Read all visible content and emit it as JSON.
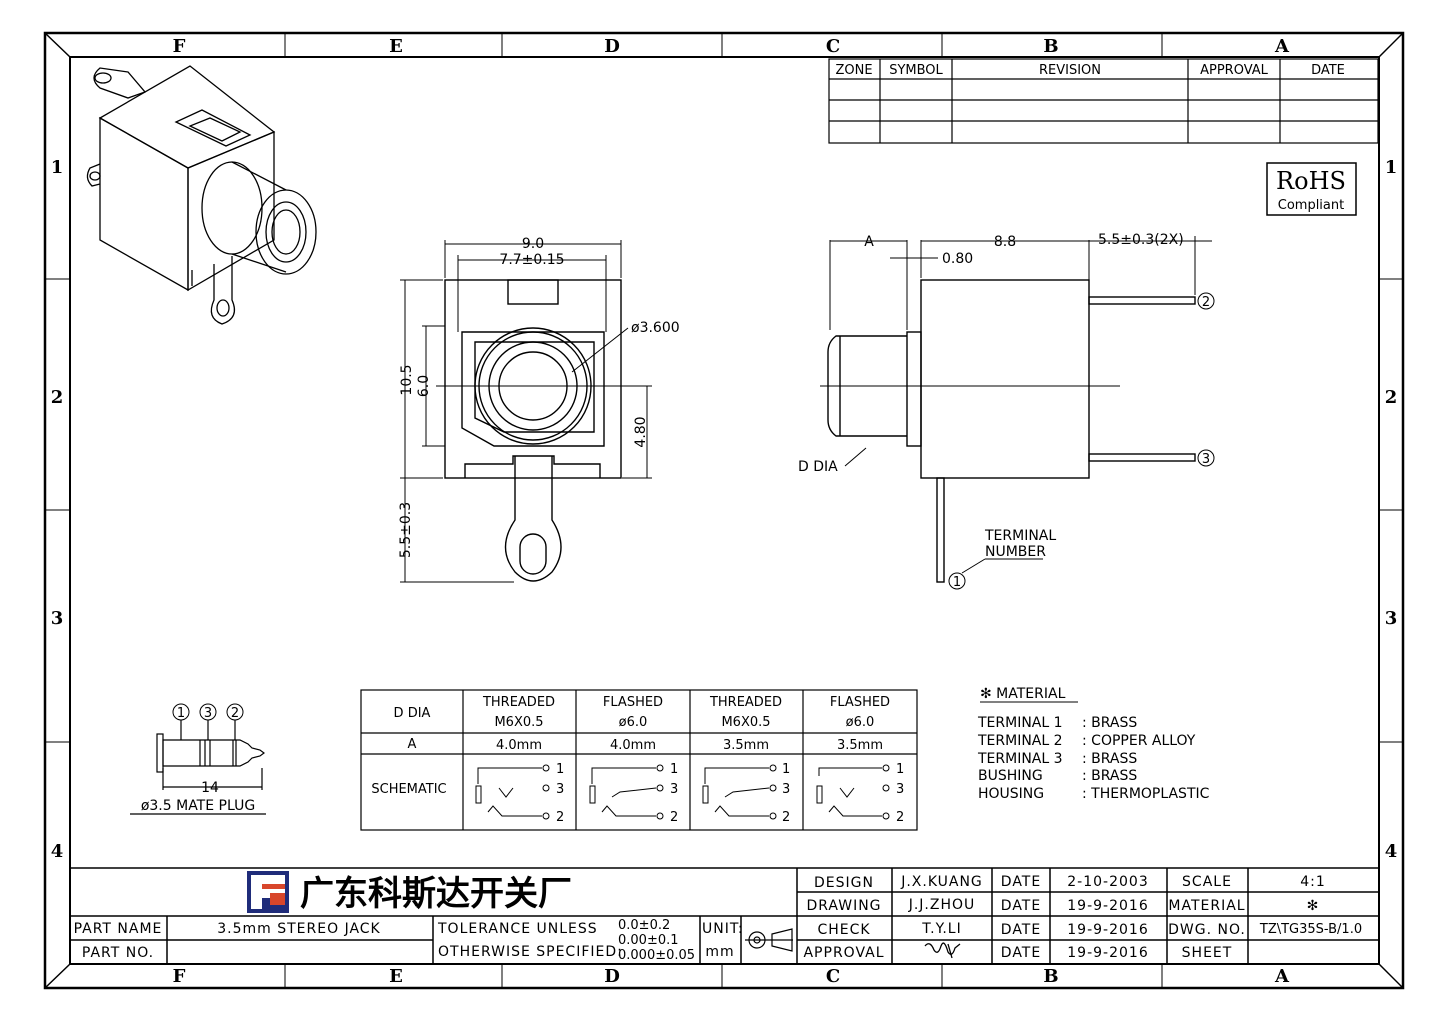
{
  "border": {
    "columns": [
      "F",
      "E",
      "D",
      "C",
      "B",
      "A"
    ],
    "rows": [
      "1",
      "2",
      "3",
      "4"
    ]
  },
  "revision_table": {
    "headers": [
      "ZONE",
      "SYMBOL",
      "REVISION",
      "APPROVAL",
      "DATE"
    ]
  },
  "rohs": {
    "line1": "RoHS",
    "line2": "Compliant"
  },
  "front_view": {
    "dim_width": "9.0",
    "dim_inner": "7.7±0.15",
    "dim_diameter": "ø3.600",
    "dim_height": "10.5",
    "dim_center": "6.0",
    "dim_offset": "4.80",
    "dim_terminal": "5.5±0.3"
  },
  "side_view": {
    "dim_a": "A",
    "dim_body": "8.8",
    "dim_flange": "0.80",
    "dim_pins": "5.5±0.3(2X)",
    "d_dia": "D DIA",
    "terminal_label_1": "TERMINAL",
    "terminal_label_2": "NUMBER",
    "pin_1": "1",
    "pin_2": "2",
    "pin_3": "3"
  },
  "plug": {
    "pin_1": "1",
    "pin_3": "3",
    "pin_2": "2",
    "length": "14",
    "caption": "ø3.5 MATE PLUG"
  },
  "options_table": {
    "row_headers": [
      "D DIA",
      "A",
      "SCHEMATIC"
    ],
    "columns": [
      {
        "type": "THREADED",
        "thread": "M6X0.5",
        "a": "4.0mm"
      },
      {
        "type": "FLASHED",
        "thread": "ø6.0",
        "a": "4.0mm"
      },
      {
        "type": "THREADED",
        "thread": "M6X0.5",
        "a": "3.5mm"
      },
      {
        "type": "FLASHED",
        "thread": "ø6.0",
        "a": "3.5mm"
      }
    ],
    "schematic_pins": [
      "1",
      "3",
      "2"
    ]
  },
  "material": {
    "title": "✻ MATERIAL",
    "items": [
      {
        "part": "TERMINAL  1",
        "value": ": BRASS"
      },
      {
        "part": "TERMINAL  2",
        "value": ": COPPER  ALLOY"
      },
      {
        "part": "TERMINAL  3",
        "value": ": BRASS"
      },
      {
        "part": "BUSHING",
        "value": ": BRASS"
      },
      {
        "part": "HOUSING",
        "value": ": THERMOPLASTIC"
      }
    ]
  },
  "title_block": {
    "company": "广东科斯达开关厂",
    "part_name_label": "PART NAME",
    "part_name": "3.5mm  STEREO  JACK",
    "part_no_label": "PART NO.",
    "tolerance_1": "TOLERANCE  UNLESS",
    "tolerance_2": "OTHERWISE  SPECIFIED:",
    "tol_values": [
      "0.0±0.2",
      "0.00±0.1",
      "0.000±0.05"
    ],
    "unit_label": "UNIT:",
    "unit": "mm",
    "design_label": "DESIGN",
    "design": "J.X.KUANG",
    "drawing_label": "DRAWING",
    "drawing": "J.J.ZHOU",
    "check_label": "CHECK",
    "check": "T.Y.LI",
    "approval_label": "APPROVAL",
    "approval_signature": "Wu",
    "date_label": "DATE",
    "dates": [
      "2-10-2003",
      "19-9-2016",
      "19-9-2016",
      "19-9-2016"
    ],
    "scale_label": "SCALE",
    "scale": "4:1",
    "material_label": "MATERIAL",
    "material": "✻",
    "dwg_no_label": "DWG. NO.",
    "dwg_no": "TZ\\TG35S-B/1.0",
    "sheet_label": "SHEET"
  }
}
